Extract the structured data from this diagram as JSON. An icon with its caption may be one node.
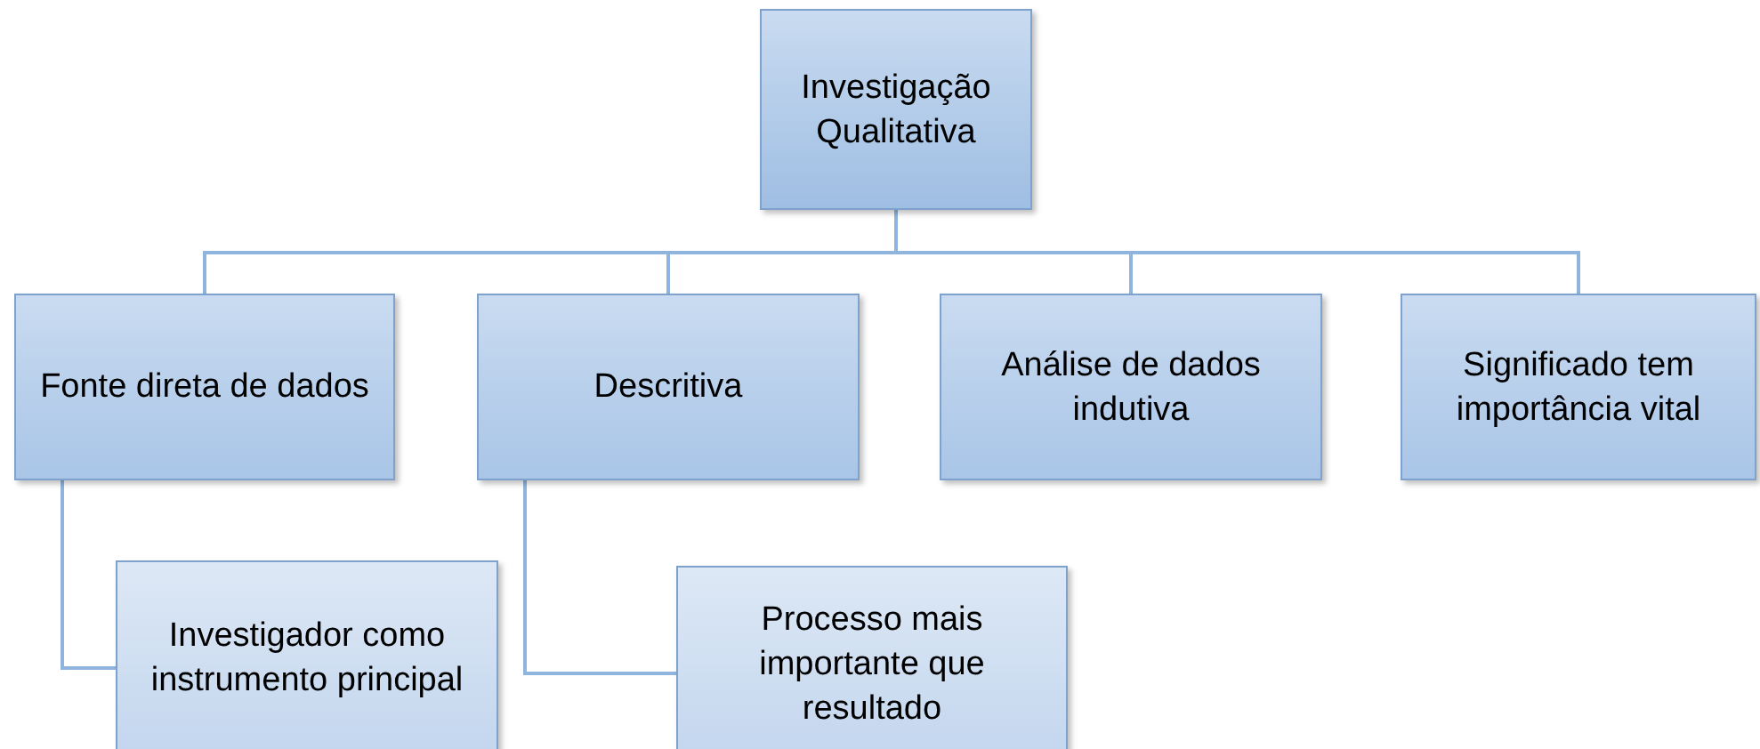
{
  "diagram": {
    "nodes": [
      {
        "text": [
          "Investigação Qualitativa"
        ]
      },
      {
        "text": [
          "Fonte direta de dados"
        ]
      },
      {
        "text": [
          "Descritiva"
        ]
      },
      {
        "text": [
          "Análise de dados indutiva"
        ]
      },
      {
        "text": [
          "Significado tem importância vital"
        ]
      },
      {
        "text": [
          "Investigador como instrumento principal"
        ]
      },
      {
        "text": [
          "Processo mais importante que resultado"
        ]
      }
    ],
    "edges": [
      {
        "from": 0,
        "to": 1,
        "arrow": "none"
      },
      {
        "from": 0,
        "to": 2,
        "arrow": "none"
      },
      {
        "from": 0,
        "to": 3,
        "arrow": "none"
      },
      {
        "from": 0,
        "to": 4,
        "arrow": "none"
      },
      {
        "from": 1,
        "to": 5,
        "arrow": "none"
      },
      {
        "from": 2,
        "to": 6,
        "arrow": "none"
      }
    ]
  }
}
